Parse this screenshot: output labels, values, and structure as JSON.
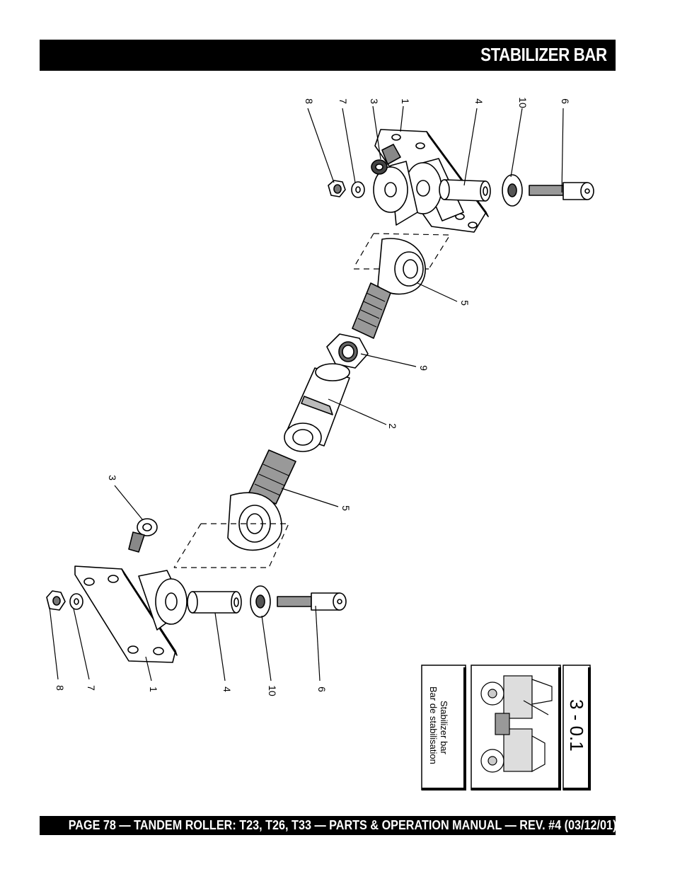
{
  "header": {
    "title": "STABILIZER BAR"
  },
  "footer": {
    "text": "PAGE 78 — TANDEM ROLLER: T23, T26, T33 — PARTS & OPERATION MANUAL — REV. #4 (03/12/01)"
  },
  "callouts": {
    "top_8": "8",
    "top_7": "7",
    "top_3": "3",
    "top_1": "1",
    "top_4": "4",
    "top_10": "10",
    "top_6": "6",
    "mid_5a": "5",
    "mid_9": "9",
    "mid_2": "2",
    "mid_5b": "5",
    "mid_3": "3",
    "bot_8": "8",
    "bot_7": "7",
    "bot_1": "1",
    "bot_4": "4",
    "bot_10": "10",
    "bot_6": "6"
  },
  "reference_box": {
    "section": "3 - 0.1",
    "label_en": "Stabilizer bar",
    "label_fr": "Bar de stabilisation"
  }
}
